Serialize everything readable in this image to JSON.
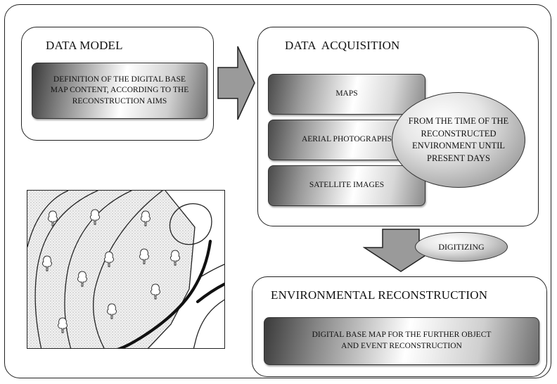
{
  "data_model": {
    "title": "DATA MODEL",
    "definition": "DEFINITION OF THE DIGITAL BASE MAP CONTENT, ACCORDING TO THE RECONSTRUCTION AIMS"
  },
  "data_acquisition": {
    "title": "DATA  ACQUISITION",
    "sources": [
      "MAPS",
      "AERIAL PHOTOGRAPHS",
      "SATELLITE IMAGES"
    ],
    "time_span": "FROM THE TIME OF THE RECONSTRUCTED ENVIRONMENT UNTIL PRESENT DAYS"
  },
  "process": {
    "digitizing": "DIGITIZING"
  },
  "environmental_reconstruction": {
    "title": "ENVIRONMENTAL RECONSTRUCTION",
    "output": "DIGITAL BASE MAP FOR THE FURTHER OBJECT AND EVENT RECONSTRUCTION"
  },
  "colors": {
    "line": "#222222",
    "map_fill": "#e8e8e8",
    "arrow_fill": "#9a9a9a"
  }
}
